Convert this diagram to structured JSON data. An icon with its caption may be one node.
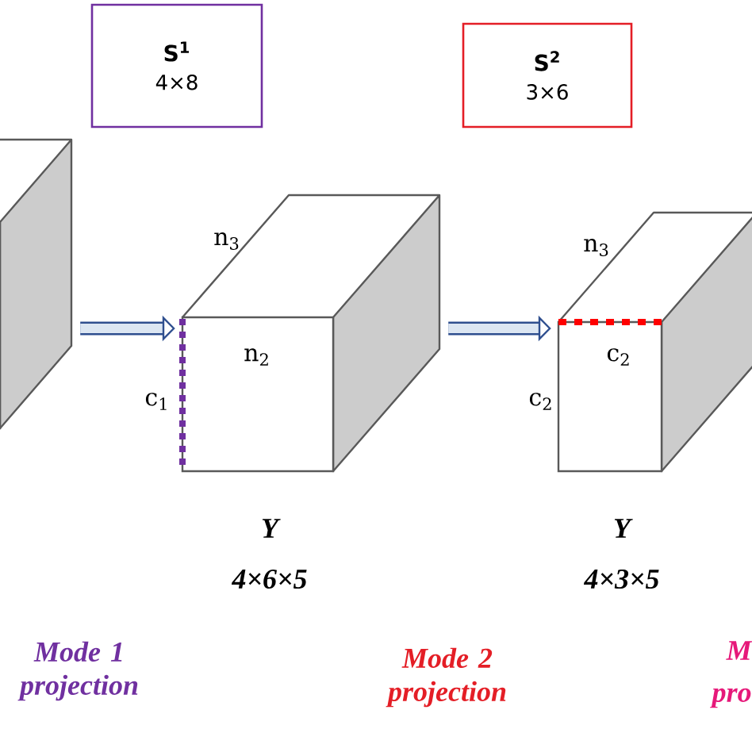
{
  "diagram": {
    "nodes": [
      {
        "text": [
          "S$^{1}$",
          "4×8"
        ]
      },
      {
        "text": [
          "S$^{2}$",
          "3×6"
        ]
      },
      {
        "text": [],
        "shape": "box"
      },
      {
        "text": [
          "n$_{3}$",
          "n$_{2}$",
          "c$_{1}$"
        ]
      },
      {
        "text": [
          "n$_{3}$",
          "c$_{2}$",
          "c$_{2}$"
        ]
      }
    ],
    "edges": [
      {
        "from": 2,
        "to": 3,
        "arrow": "to"
      },
      {
        "from": 3,
        "to": 4,
        "arrow": "to"
      }
    ],
    "labels": [
      "Y",
      "4×6×5",
      "Y",
      "4×3×5",
      "Mode 1 projection",
      "Mode 2 projection",
      "M",
      "pro"
    ]
  }
}
